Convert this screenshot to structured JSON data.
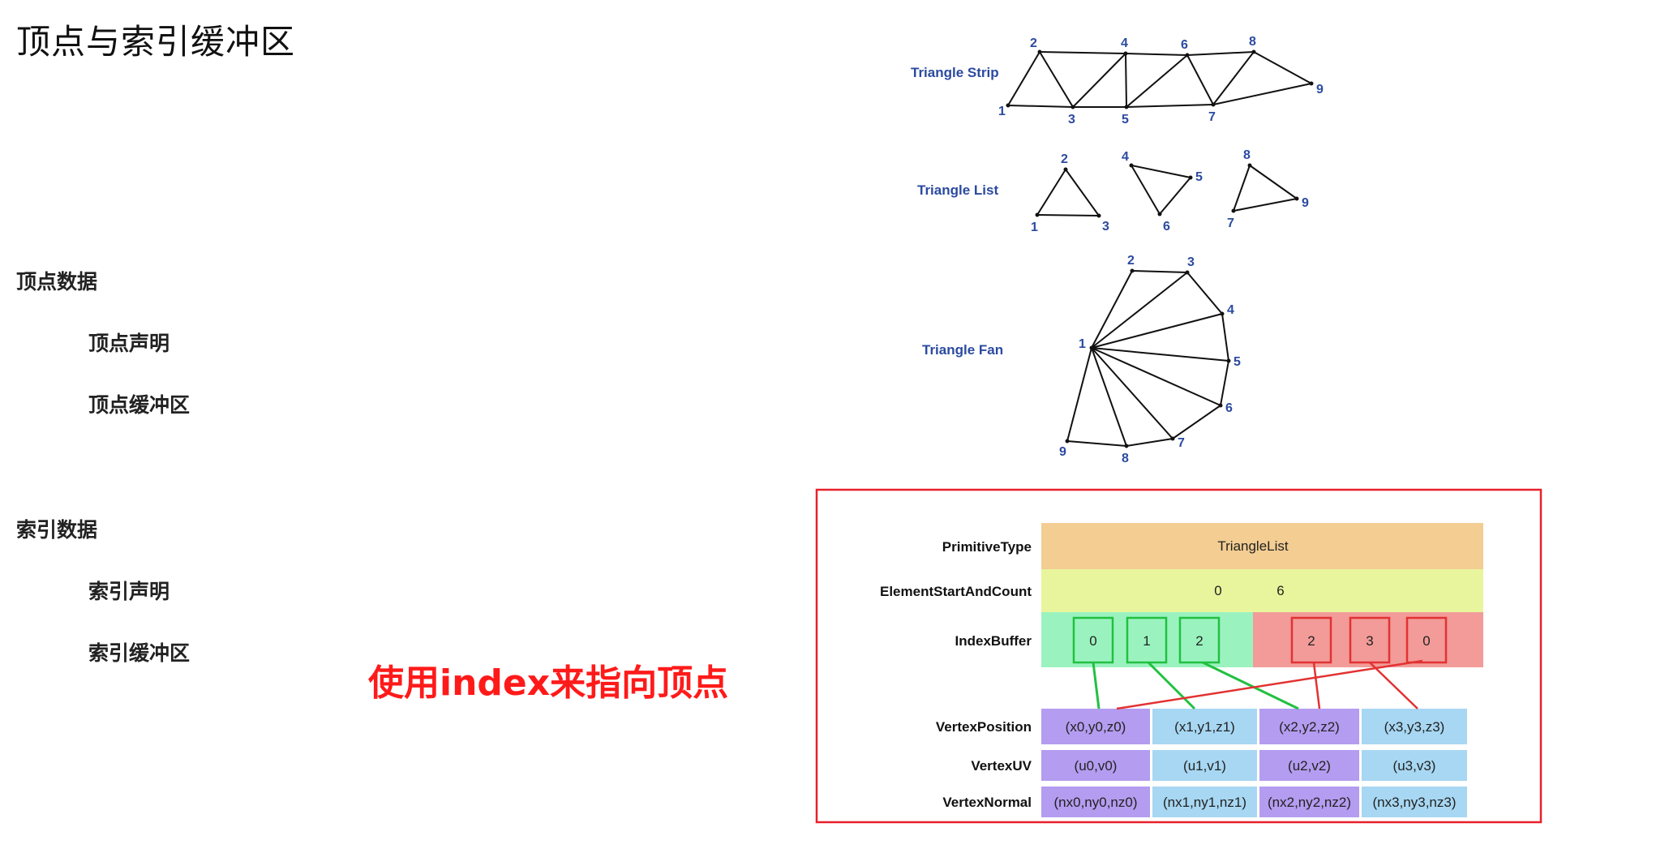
{
  "title": "顶点与索引缓冲区",
  "outline": {
    "vertex_data": "顶点数据",
    "vertex_decl": "顶点声明",
    "vertex_buffer": "顶点缓冲区",
    "index_data": "索引数据",
    "index_decl": "索引声明",
    "index_buffer": "索引缓冲区"
  },
  "note": "使用index来指向顶点",
  "topologies": {
    "strip": {
      "label": "Triangle Strip",
      "vertices": [
        "1",
        "2",
        "3",
        "4",
        "5",
        "6",
        "7",
        "8",
        "9"
      ]
    },
    "list": {
      "label": "Triangle List",
      "vertices": [
        "1",
        "2",
        "3",
        "4",
        "5",
        "6",
        "7",
        "8",
        "9"
      ]
    },
    "fan": {
      "label": "Triangle Fan",
      "vertices": [
        "1",
        "2",
        "3",
        "4",
        "5",
        "6",
        "7",
        "8",
        "9"
      ]
    }
  },
  "buffer_diagram": {
    "primitive_type": {
      "label": "PrimitiveType",
      "value": "TriangleList"
    },
    "element_start_count": {
      "label": "ElementStartAndCount",
      "start": "0",
      "count": "6"
    },
    "index_buffer": {
      "label": "IndexBuffer",
      "first_triangle": [
        "0",
        "1",
        "2"
      ],
      "second_triangle": [
        "2",
        "3",
        "0"
      ]
    },
    "vertex_position": {
      "label": "VertexPosition",
      "values": [
        "(x0,y0,z0)",
        "(x1,y1,z1)",
        "(x2,y2,z2)",
        "(x3,y3,z3)"
      ]
    },
    "vertex_uv": {
      "label": "VertexUV",
      "values": [
        "(u0,v0)",
        "(u1,v1)",
        "(u2,v2)",
        "(u3,v3)"
      ]
    },
    "vertex_normal": {
      "label": "VertexNormal",
      "values": [
        "(nx0,ny0,nz0)",
        "(nx1,ny1,nz1)",
        "(nx2,ny2,nz2)",
        "(nx3,ny3,nz3)"
      ]
    },
    "colors": {
      "primitive": "#f3cd92",
      "count": "#e8f59c",
      "green": "#9af3bf",
      "red": "#f29b99",
      "purple": "#b49cf0",
      "blue": "#a7d7f2",
      "green_line": "#22c040",
      "red_line": "#e23232",
      "frame": "#e8202a"
    }
  }
}
